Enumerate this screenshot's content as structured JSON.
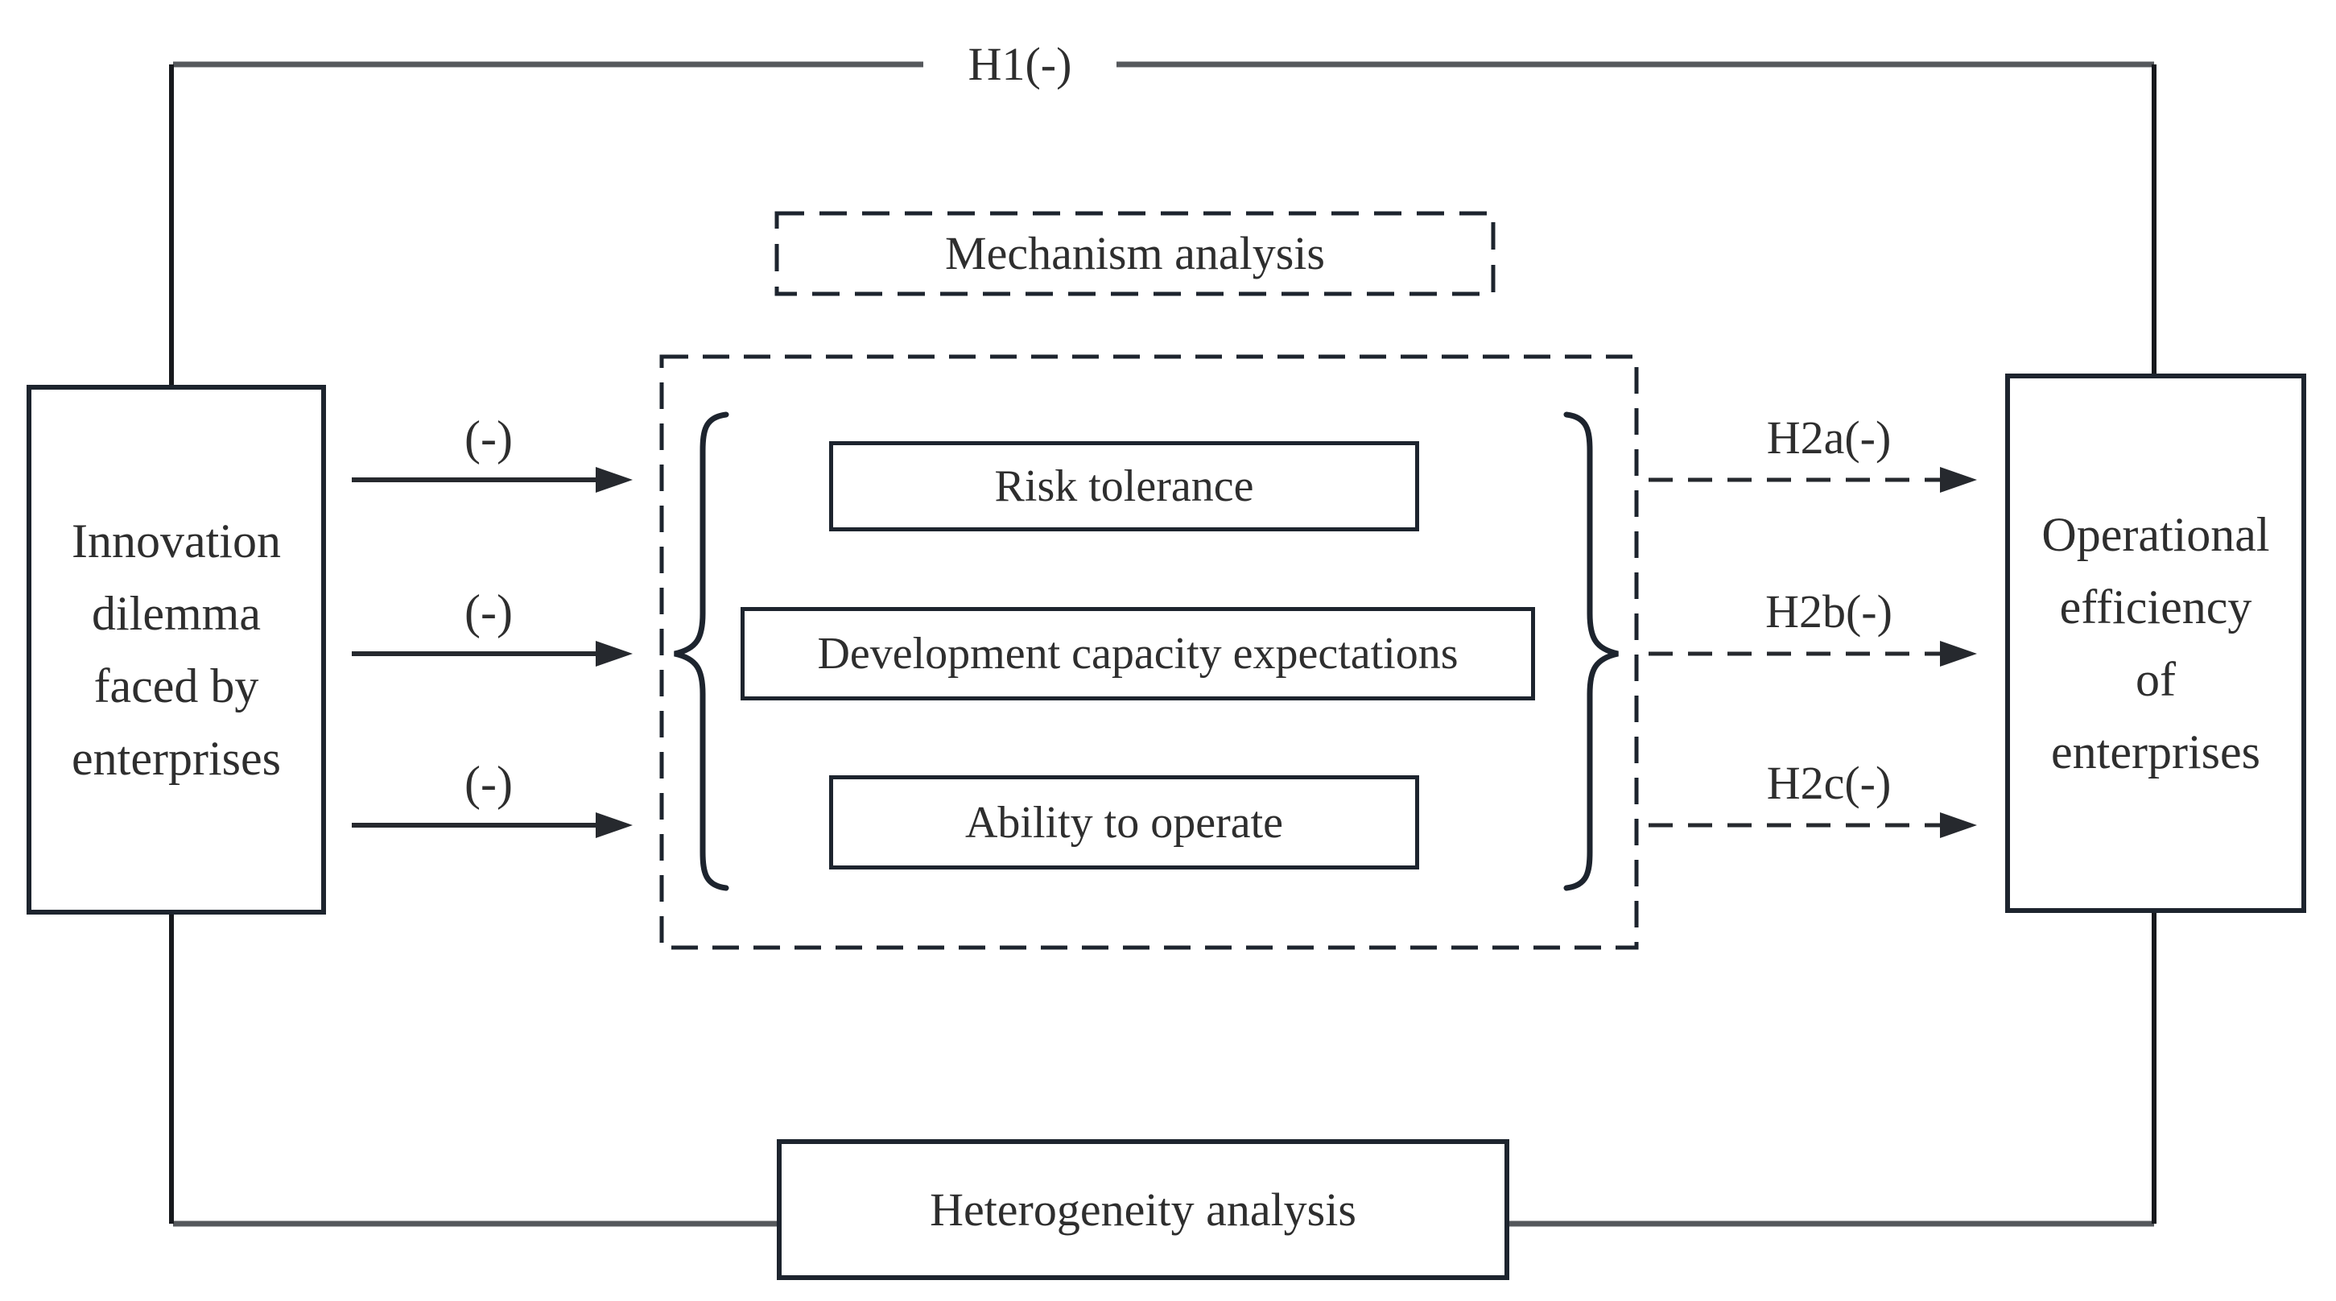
{
  "diagram": {
    "h1_label": "H1(-)",
    "mechanism_title": "Mechanism analysis",
    "heterogeneity_title": "Heterogeneity analysis",
    "left_box": {
      "lines": [
        "Innovation",
        "dilemma",
        "faced by",
        "enterprises"
      ]
    },
    "right_box": {
      "lines": [
        "Operational",
        "efficiency",
        "of",
        "enterprises"
      ]
    },
    "mediators": [
      "Risk tolerance",
      "Development capacity expectations",
      "Ability to operate"
    ],
    "left_arrow_labels": [
      "(-)",
      "(-)",
      "(-)"
    ],
    "right_arrow_labels": [
      "H2a(-)",
      "H2b(-)",
      "H2c(-)"
    ],
    "colors": {
      "box_border": "#1d242e",
      "connector_gray": "#55585c",
      "arrow_black": "#26292e",
      "text": "#2e2e2e"
    }
  }
}
